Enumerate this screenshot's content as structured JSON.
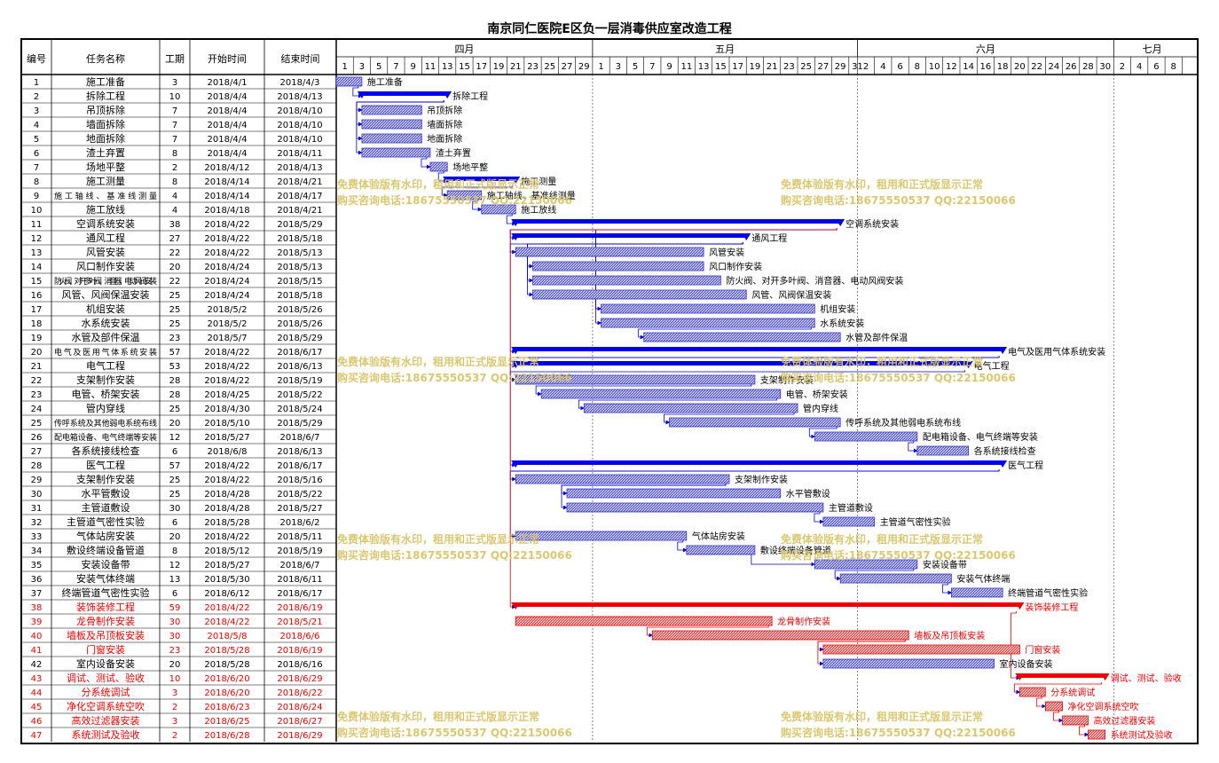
{
  "title": "南京同仁医院E区负一层消毒供应室改造工程",
  "colors": {
    "summary": "#0000ee",
    "task": "#3333cc",
    "red": "#ee0000",
    "watermark": "#d9c56a"
  },
  "watermark": {
    "line1": "免费体验版有水印，租用和正式版显示正常",
    "line2": "购买咨询电话:18675550537 QQ:22150066"
  },
  "chart_data": {
    "type": "gantt",
    "title": "南京同仁医院E区负一层消毒供应室改造工程",
    "columns": [
      "编号",
      "任务名称",
      "工期",
      "开始时间",
      "结束时间"
    ],
    "timeline_start": "2018/4/1",
    "timeline_end": "2018/7/9",
    "months": [
      {
        "label": "四月",
        "start": "2018/4/1",
        "end": "2018/4/30"
      },
      {
        "label": "五月",
        "start": "2018/5/1",
        "end": "2018/5/31"
      },
      {
        "label": "六月",
        "start": "2018/6/1",
        "end": "2018/6/30"
      },
      {
        "label": "七月",
        "start": "2018/7/1",
        "end": "2018/7/9"
      }
    ],
    "day_ticks": [
      "1",
      "3",
      "5",
      "7",
      "9",
      "11",
      "13",
      "15",
      "17",
      "19",
      "21",
      "23",
      "25",
      "27",
      "29",
      "1",
      "3",
      "5",
      "7",
      "9",
      "11",
      "13",
      "15",
      "17",
      "19",
      "21",
      "23",
      "25",
      "27",
      "29",
      "31",
      "2",
      "4",
      "6",
      "8",
      "10",
      "12",
      "14",
      "16",
      "18",
      "20",
      "22",
      "24",
      "26",
      "28",
      "30",
      "2",
      "4",
      "6",
      "8"
    ],
    "tasks": [
      {
        "id": 1,
        "name": "施工准备",
        "duration": 3,
        "start": "2018/4/1",
        "end": "2018/4/3",
        "kind": "task"
      },
      {
        "id": 2,
        "name": "拆除工程",
        "duration": 10,
        "start": "2018/4/4",
        "end": "2018/4/13",
        "kind": "summary"
      },
      {
        "id": 3,
        "name": "吊顶拆除",
        "duration": 7,
        "start": "2018/4/4",
        "end": "2018/4/10",
        "kind": "task"
      },
      {
        "id": 4,
        "name": "墙面拆除",
        "duration": 7,
        "start": "2018/4/4",
        "end": "2018/4/10",
        "kind": "task"
      },
      {
        "id": 5,
        "name": "地面拆除",
        "duration": 7,
        "start": "2018/4/4",
        "end": "2018/4/10",
        "kind": "task"
      },
      {
        "id": 6,
        "name": "渣土弃置",
        "duration": 8,
        "start": "2018/4/4",
        "end": "2018/4/11",
        "kind": "task"
      },
      {
        "id": 7,
        "name": "场地平整",
        "duration": 2,
        "start": "2018/4/12",
        "end": "2018/4/13",
        "kind": "task"
      },
      {
        "id": 8,
        "name": "施工测量",
        "duration": 8,
        "start": "2018/4/14",
        "end": "2018/4/21",
        "kind": "summary"
      },
      {
        "id": 9,
        "name": "施工轴线、基准线测量",
        "duration": 4,
        "start": "2018/4/14",
        "end": "2018/4/17",
        "kind": "task"
      },
      {
        "id": 10,
        "name": "施工放线",
        "duration": 4,
        "start": "2018/4/18",
        "end": "2018/4/21",
        "kind": "task"
      },
      {
        "id": 11,
        "name": "空调系统安装",
        "duration": 38,
        "start": "2018/4/22",
        "end": "2018/5/29",
        "kind": "summary"
      },
      {
        "id": 12,
        "name": "通风工程",
        "duration": 27,
        "start": "2018/4/22",
        "end": "2018/5/18",
        "kind": "summary"
      },
      {
        "id": 13,
        "name": "风管安装",
        "duration": 22,
        "start": "2018/4/22",
        "end": "2018/5/13",
        "kind": "task"
      },
      {
        "id": 14,
        "name": "风口制作安装",
        "duration": 20,
        "start": "2018/4/24",
        "end": "2018/5/13",
        "kind": "task"
      },
      {
        "id": 15,
        "name": "防火阀、对开多叶阀、消音器、电动风阀安装",
        "duration": 22,
        "start": "2018/4/24",
        "end": "2018/5/15",
        "kind": "task"
      },
      {
        "id": 16,
        "name": "风管、风阀保温安装",
        "duration": 25,
        "start": "2018/4/24",
        "end": "2018/5/18",
        "kind": "task"
      },
      {
        "id": 17,
        "name": "机组安装",
        "duration": 25,
        "start": "2018/5/2",
        "end": "2018/5/26",
        "kind": "task"
      },
      {
        "id": 18,
        "name": "水系统安装",
        "duration": 25,
        "start": "2018/5/2",
        "end": "2018/5/26",
        "kind": "task"
      },
      {
        "id": 19,
        "name": "水管及部件保温",
        "duration": 23,
        "start": "2018/5/7",
        "end": "2018/5/29",
        "kind": "task"
      },
      {
        "id": 20,
        "name": "电气及医用气体系统安装",
        "duration": 57,
        "start": "2018/4/22",
        "end": "2018/6/17",
        "kind": "summary"
      },
      {
        "id": 21,
        "name": "电气工程",
        "duration": 53,
        "start": "2018/4/22",
        "end": "2018/6/13",
        "kind": "summary"
      },
      {
        "id": 22,
        "name": "支架制作安装",
        "duration": 28,
        "start": "2018/4/22",
        "end": "2018/5/19",
        "kind": "task"
      },
      {
        "id": 23,
        "name": "电管、桥架安装",
        "duration": 28,
        "start": "2018/4/25",
        "end": "2018/5/22",
        "kind": "task"
      },
      {
        "id": 24,
        "name": "管内穿线",
        "duration": 25,
        "start": "2018/4/30",
        "end": "2018/5/24",
        "kind": "task"
      },
      {
        "id": 25,
        "name": "传呼系统及其他弱电系统布线",
        "duration": 20,
        "start": "2018/5/10",
        "end": "2018/5/29",
        "kind": "task"
      },
      {
        "id": 26,
        "name": "配电箱设备、电气终端等安装",
        "duration": 12,
        "start": "2018/5/27",
        "end": "2018/6/7",
        "kind": "task"
      },
      {
        "id": 27,
        "name": "各系统接线检查",
        "duration": 6,
        "start": "2018/6/8",
        "end": "2018/6/13",
        "kind": "task"
      },
      {
        "id": 28,
        "name": "医气工程",
        "duration": 57,
        "start": "2018/4/22",
        "end": "2018/6/17",
        "kind": "summary"
      },
      {
        "id": 29,
        "name": "支架制作安装",
        "duration": 25,
        "start": "2018/4/22",
        "end": "2018/5/16",
        "kind": "task"
      },
      {
        "id": 30,
        "name": "水平管敷设",
        "duration": 25,
        "start": "2018/4/28",
        "end": "2018/5/22",
        "kind": "task"
      },
      {
        "id": 31,
        "name": "主管道敷设",
        "duration": 30,
        "start": "2018/4/28",
        "end": "2018/5/27",
        "kind": "task"
      },
      {
        "id": 32,
        "name": "主管道气密性实验",
        "duration": 6,
        "start": "2018/5/28",
        "end": "2018/6/2",
        "kind": "task"
      },
      {
        "id": 33,
        "name": "气体站房安装",
        "duration": 20,
        "start": "2018/4/22",
        "end": "2018/5/11",
        "kind": "task"
      },
      {
        "id": 34,
        "name": "敷设终端设备管道",
        "duration": 8,
        "start": "2018/5/12",
        "end": "2018/5/19",
        "kind": "task"
      },
      {
        "id": 35,
        "name": "安装设备带",
        "duration": 12,
        "start": "2018/5/27",
        "end": "2018/6/7",
        "kind": "task"
      },
      {
        "id": 36,
        "name": "安装气体终端",
        "duration": 13,
        "start": "2018/5/30",
        "end": "2018/6/11",
        "kind": "task"
      },
      {
        "id": 37,
        "name": "终端管道气密性实验",
        "duration": 6,
        "start": "2018/6/12",
        "end": "2018/6/17",
        "kind": "task"
      },
      {
        "id": 38,
        "name": "装饰装修工程",
        "duration": 59,
        "start": "2018/4/22",
        "end": "2018/6/19",
        "kind": "summary",
        "red": true
      },
      {
        "id": 39,
        "name": "龙骨制作安装",
        "duration": 30,
        "start": "2018/4/22",
        "end": "2018/5/21",
        "kind": "task",
        "red": true
      },
      {
        "id": 40,
        "name": "墙板及吊顶板安装",
        "duration": 30,
        "start": "2018/5/8",
        "end": "2018/6/6",
        "kind": "task",
        "red": true
      },
      {
        "id": 41,
        "name": "门窗安装",
        "duration": 23,
        "start": "2018/5/28",
        "end": "2018/6/19",
        "kind": "task",
        "red": true
      },
      {
        "id": 42,
        "name": "室内设备安装",
        "duration": 20,
        "start": "2018/5/28",
        "end": "2018/6/16",
        "kind": "task"
      },
      {
        "id": 43,
        "name": "调试、测试、验收",
        "duration": 10,
        "start": "2018/6/20",
        "end": "2018/6/29",
        "kind": "summary",
        "red": true
      },
      {
        "id": 44,
        "name": "分系统调试",
        "duration": 3,
        "start": "2018/6/20",
        "end": "2018/6/22",
        "kind": "task",
        "red": true
      },
      {
        "id": 45,
        "name": "净化空调系统空吹",
        "duration": 2,
        "start": "2018/6/23",
        "end": "2018/6/24",
        "kind": "task",
        "red": true
      },
      {
        "id": 46,
        "name": "高效过滤器安装",
        "duration": 3,
        "start": "2018/6/25",
        "end": "2018/6/27",
        "kind": "task",
        "red": true
      },
      {
        "id": 47,
        "name": "系统测试及验收",
        "duration": 2,
        "start": "2018/6/28",
        "end": "2018/6/29",
        "kind": "task",
        "red": true
      }
    ]
  }
}
